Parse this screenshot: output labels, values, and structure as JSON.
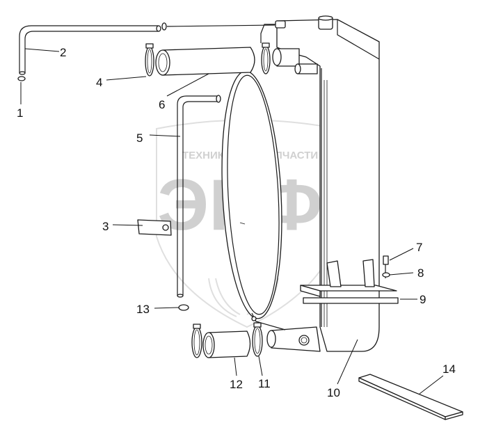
{
  "watermark": {
    "top_text_left": "ТЕХНИКА",
    "top_text_right": "ЗАПЧАСТИ",
    "logo_letters": "ЭПФ",
    "gear_icon": "gear-icon",
    "wheat_icon": "wheat-icon",
    "color": "#c9c9c9"
  },
  "callouts": [
    {
      "id": "1",
      "label": "1"
    },
    {
      "id": "2",
      "label": "2"
    },
    {
      "id": "3",
      "label": "3"
    },
    {
      "id": "4",
      "label": "4"
    },
    {
      "id": "5",
      "label": "5"
    },
    {
      "id": "6",
      "label": "6"
    },
    {
      "id": "7",
      "label": "7"
    },
    {
      "id": "8",
      "label": "8"
    },
    {
      "id": "9",
      "label": "9"
    },
    {
      "id": "10",
      "label": "10"
    },
    {
      "id": "11",
      "label": "11"
    },
    {
      "id": "12",
      "label": "12"
    },
    {
      "id": "13",
      "label": "13"
    },
    {
      "id": "14",
      "label": "14"
    }
  ]
}
